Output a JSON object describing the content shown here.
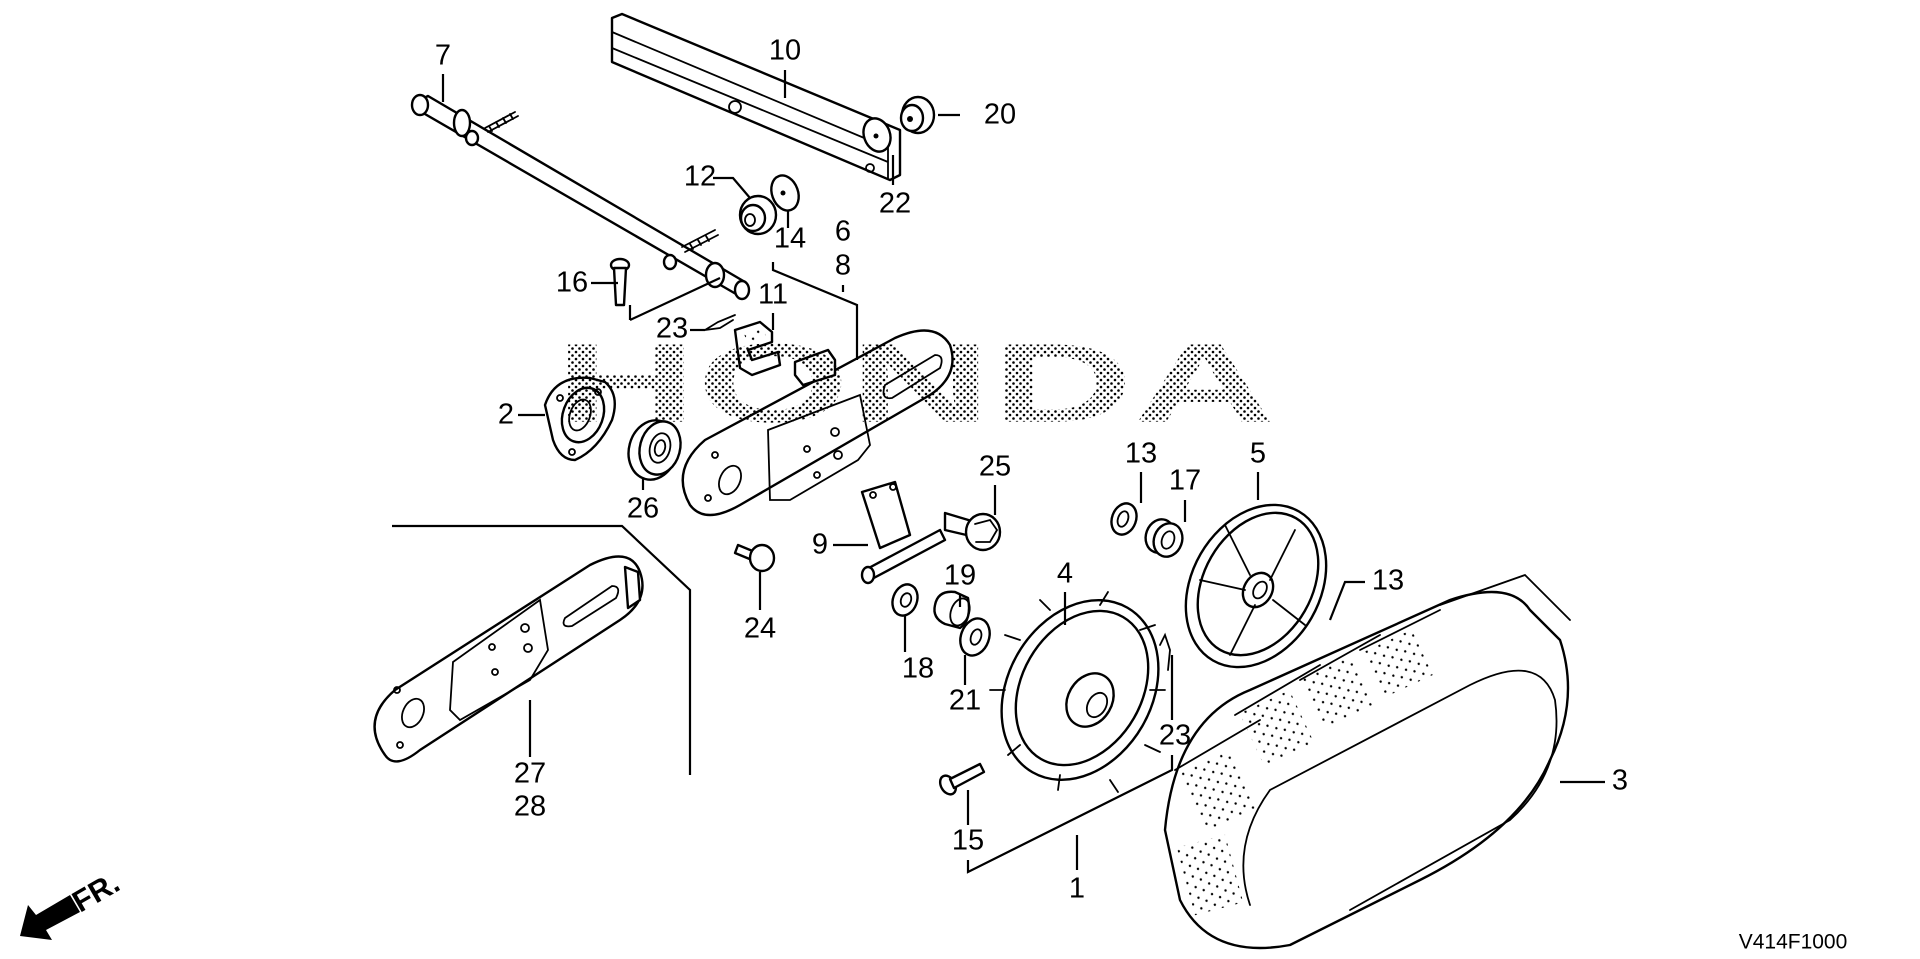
{
  "diagram": {
    "title": "Honda parts exploded view - crawler track assembly",
    "watermark": "HONDA",
    "figure_code": "V414F1000",
    "front_indicator": "FR.",
    "line_color": "#000000",
    "background_color": "#ffffff",
    "callouts": {
      "c1": "1",
      "c2": "2",
      "c3": "3",
      "c4": "4",
      "c5": "5",
      "c6": "6",
      "c7": "7",
      "c8": "8",
      "c9": "9",
      "c10": "10",
      "c11": "11",
      "c12": "12",
      "c13a": "13",
      "c13b": "13",
      "c14": "14",
      "c15": "15",
      "c16": "16",
      "c17": "17",
      "c18": "18",
      "c19": "19",
      "c20": "20",
      "c21": "21",
      "c22": "22",
      "c23a": "23",
      "c23b": "23",
      "c24": "24",
      "c25": "25",
      "c26": "26",
      "c27": "27",
      "c28": "28"
    }
  }
}
